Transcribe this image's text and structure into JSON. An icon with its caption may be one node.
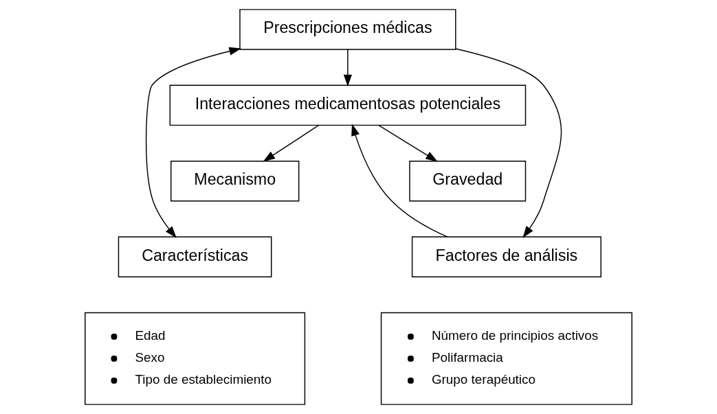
{
  "diagram": {
    "nodes": [
      {
        "text": [
          "Prescripciones médicas"
        ]
      },
      {
        "text": [
          "Interacciones medicamentosas potenciales"
        ]
      },
      {
        "text": [
          "Características"
        ]
      },
      {
        "text": [
          "Mecanismo"
        ]
      },
      {
        "text": [
          "Gravedad"
        ]
      },
      {
        "text": [
          "Factores de análisis"
        ]
      },
      {
        "text": [
          "Edad",
          "Sexo",
          "Tipo de establecimiento"
        ]
      },
      {
        "text": [
          "Número de principios activos",
          "Polifarmacia",
          "Grupo terapéutico"
        ]
      }
    ],
    "edges": [
      {
        "from": 0,
        "to": 2,
        "arrow": "both"
      },
      {
        "from": 0,
        "to": 1,
        "arrow": "to"
      },
      {
        "from": 0,
        "to": 5,
        "arrow": "to"
      },
      {
        "from": 1,
        "to": 3,
        "arrow": "to"
      },
      {
        "from": 1,
        "to": 4,
        "arrow": "to"
      },
      {
        "from": 5,
        "to": 1,
        "arrow": "to"
      }
    ]
  }
}
